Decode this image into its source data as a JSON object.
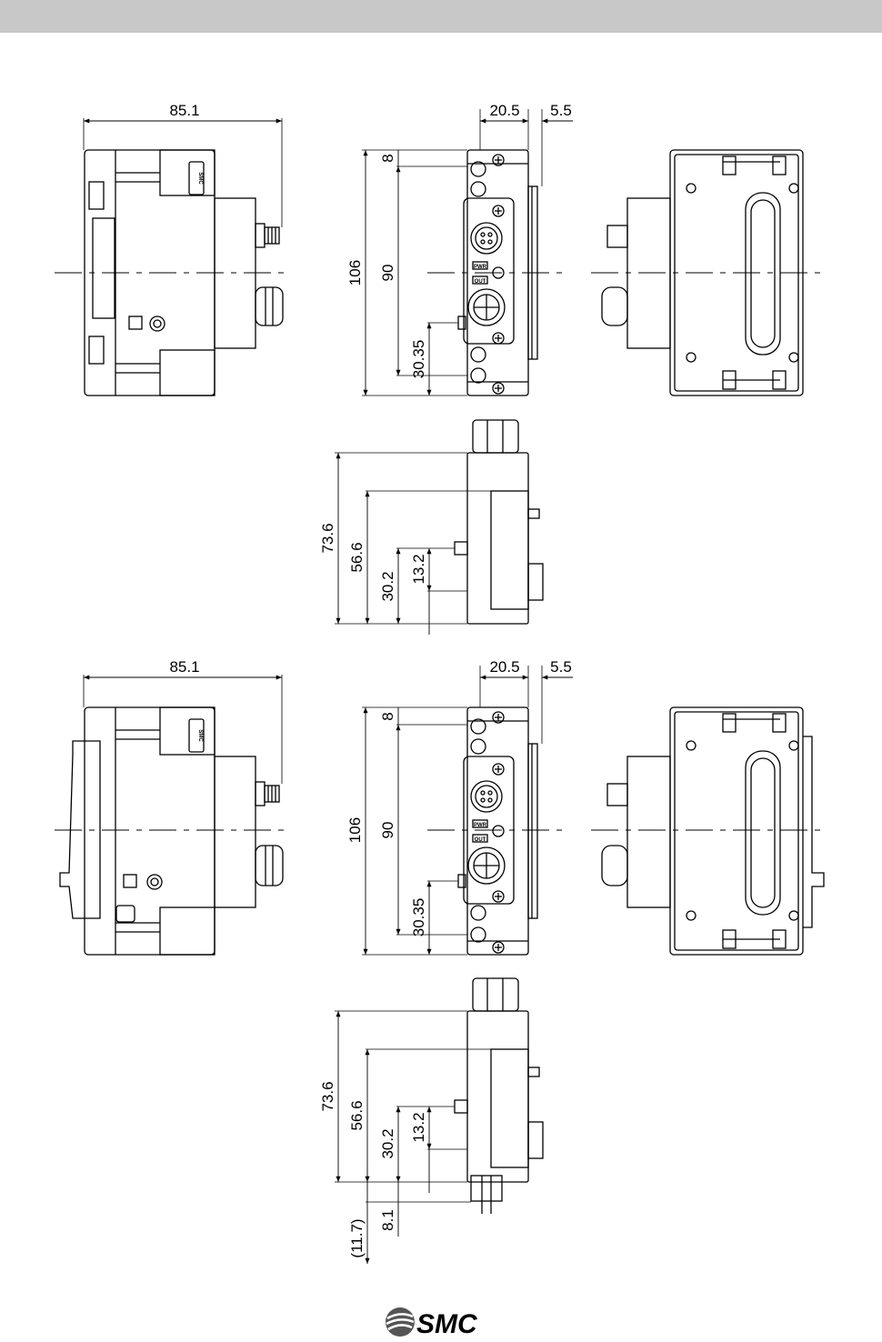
{
  "header_band_color": "#c8c8c8",
  "line_color": "#000000",
  "view_set_a": {
    "side_view": {
      "width_dim": "85.1",
      "logo_text": "SMC"
    },
    "front_view": {
      "width_dim": "20.5",
      "offset_dim": "5.5",
      "height_dim": "106",
      "pitch_dim": "90",
      "top_offset_dim": "8",
      "lower_dim": "30.35",
      "pwr_label": "PWR",
      "out_label": "OUT"
    },
    "bottom_view": {
      "height_dim": "73.6",
      "dim_b": "56.6",
      "dim_c": "30.2",
      "dim_d": "13.2"
    }
  },
  "view_set_b": {
    "side_view": {
      "width_dim": "85.1",
      "logo_text": "SMC"
    },
    "front_view": {
      "width_dim": "20.5",
      "offset_dim": "5.5",
      "height_dim": "106",
      "pitch_dim": "90",
      "top_offset_dim": "8",
      "lower_dim": "30.35",
      "pwr_label": "PWR",
      "out_label": "OUT"
    },
    "bottom_view": {
      "height_dim": "73.6",
      "dim_b": "56.6",
      "dim_c": "30.2",
      "dim_d": "13.2",
      "dim_e": "8.1",
      "dim_f": "(11.7)"
    }
  },
  "footer": {
    "brand": "SMC"
  }
}
